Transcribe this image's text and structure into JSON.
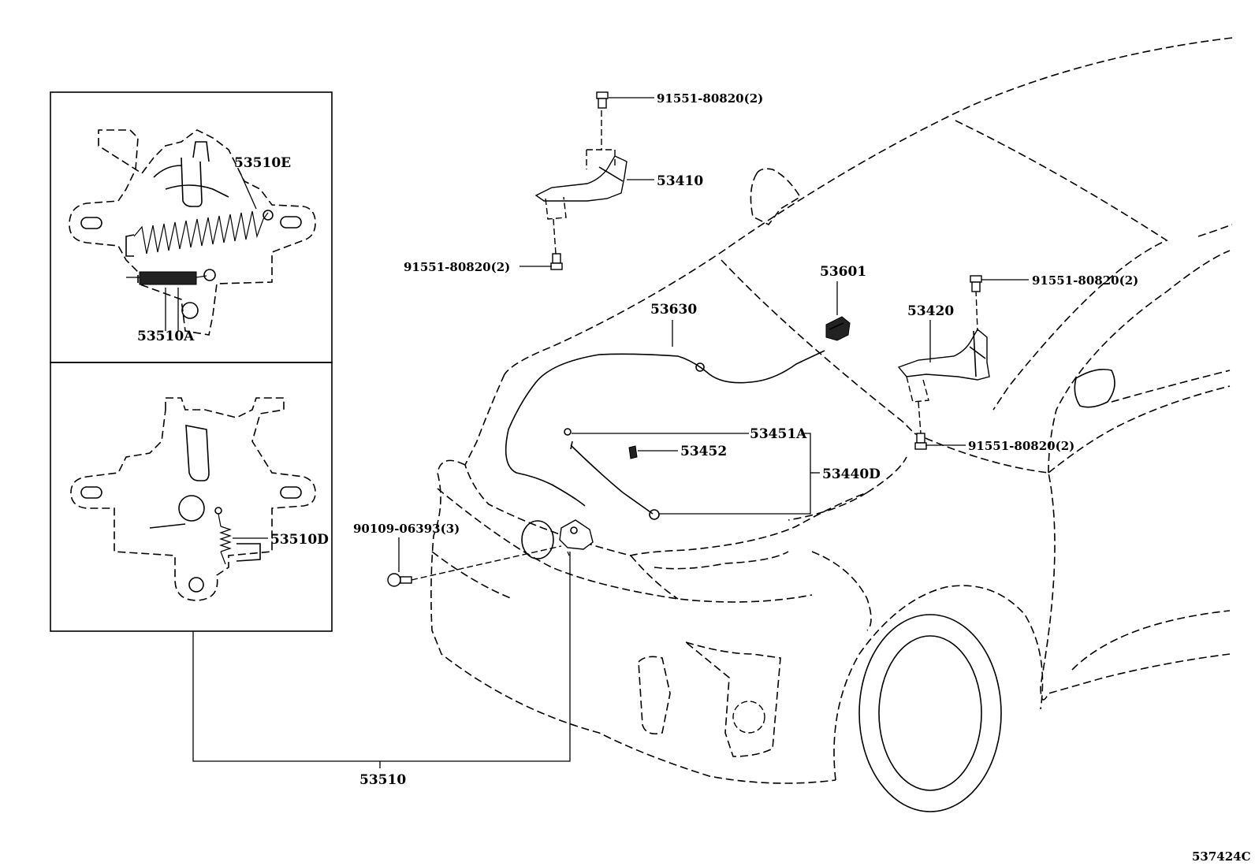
{
  "callouts": {
    "p_53510E": "53510E",
    "p_53510A": "53510A",
    "p_53510D": "53510D",
    "p_53510": "53510",
    "p_91551_top": "91551-80820(2)",
    "p_53410": "53410",
    "p_91551_left": "91551-80820(2)",
    "p_53630": "53630",
    "p_53601": "53601",
    "p_53420": "53420",
    "p_91551_right_top": "91551-80820(2)",
    "p_91551_right_bottom": "91551-80820(2)",
    "p_53451A": "53451A",
    "p_53452": "53452",
    "p_53440D": "53440D",
    "p_90109": "90109-06393(3)"
  },
  "diagram_id": "537424C"
}
